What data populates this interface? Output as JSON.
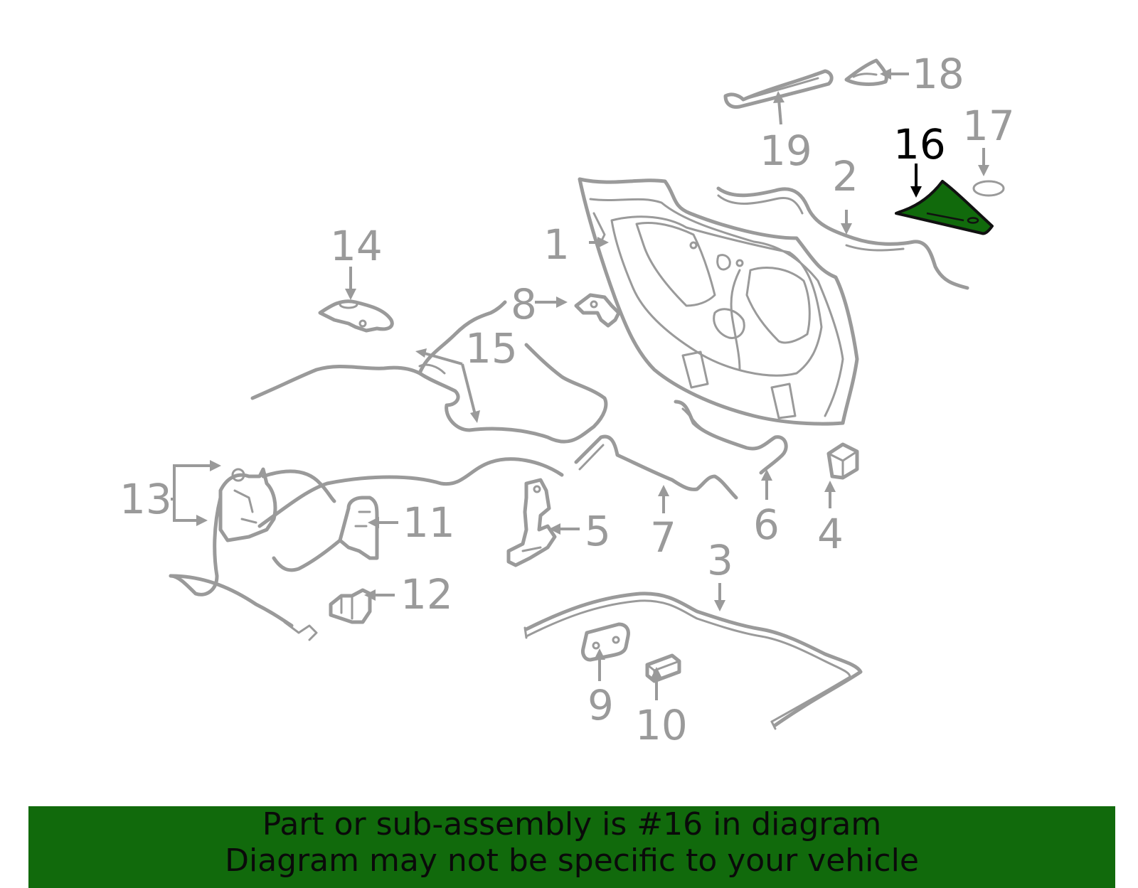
{
  "diagram": {
    "selected_part": "16",
    "highlight_color": "#116a0c",
    "part_color": "#9a9a9a",
    "labels": [
      "1",
      "2",
      "3",
      "4",
      "5",
      "6",
      "7",
      "8",
      "9",
      "10",
      "11",
      "12",
      "13",
      "14",
      "15",
      "16",
      "17",
      "18",
      "19"
    ]
  },
  "banner": {
    "line1": "Part or sub-assembly is #16 in diagram",
    "line2": "Diagram may not be specific to your vehicle",
    "background": "#116a0c"
  }
}
